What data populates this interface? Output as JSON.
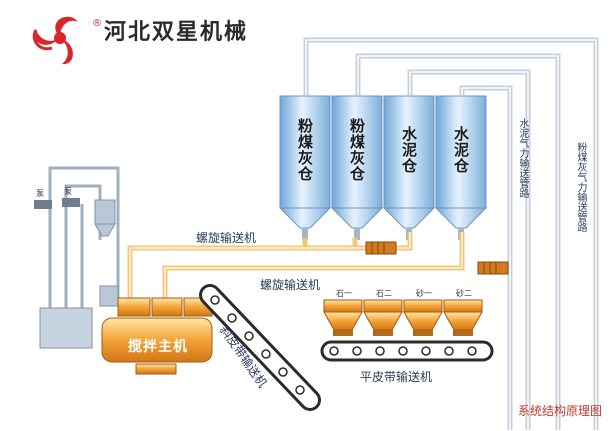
{
  "brand": {
    "name": "河北双星机械",
    "logo_icon": "triple-spiral-logo-icon",
    "registered": "®"
  },
  "silos": [
    {
      "label": "粉煤灰仓"
    },
    {
      "label": "粉煤灰仓"
    },
    {
      "label": "水泥仓"
    },
    {
      "label": "水泥仓"
    }
  ],
  "labels": {
    "screw_conveyor_1": "螺旋输送机",
    "screw_conveyor_2": "螺旋输送机",
    "inclined_belt": "斜皮带输送机",
    "flat_belt": "平皮带输送机",
    "mixer": "搅拌主机",
    "pipe_cement": "水泥气力输送管路",
    "pipe_flyash": "粉煤灰气力输送管路",
    "pump_1": "泵",
    "pump_2": "泵",
    "bins": [
      "石一",
      "石二",
      "砂一",
      "砂二"
    ],
    "caption": "系统结构原理图"
  },
  "colors": {
    "accent_red": "#d8262b",
    "silo_blue": "#7fb8e6",
    "pipe": "#c9d3dc",
    "bin_orange": "#f2a33a"
  }
}
